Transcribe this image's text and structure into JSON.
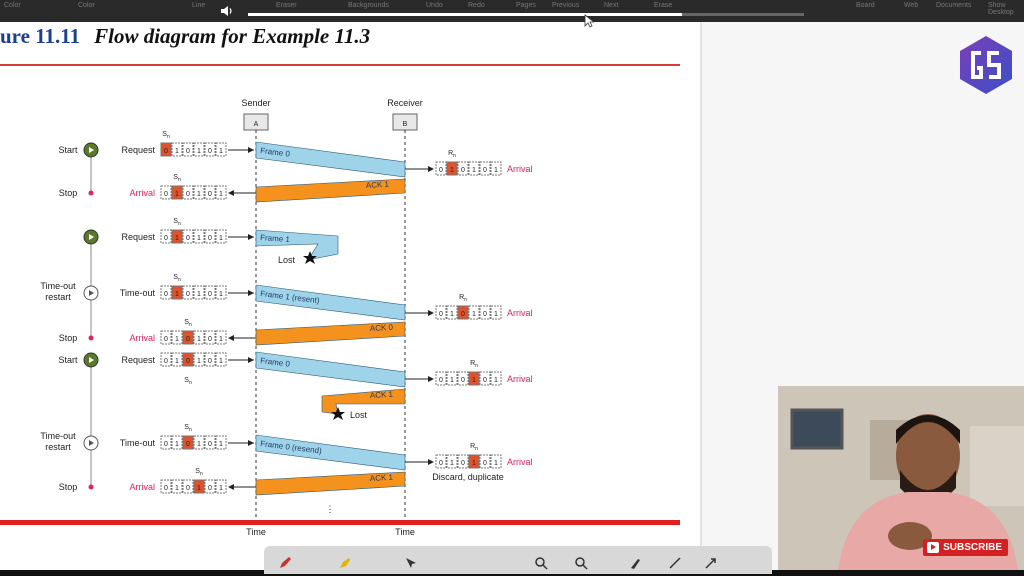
{
  "player": {
    "progress": 0.78,
    "menu": [
      "Color",
      "Line",
      "Eraser",
      "Backgrounds",
      "Undo",
      "Redo",
      "Pages",
      "Previous",
      "Next",
      "Erase",
      "Board",
      "Web",
      "Documents",
      "Show Desktop"
    ]
  },
  "figure": {
    "number": "ure 11.11",
    "caption": "Flow diagram for Example 11.3"
  },
  "diagram": {
    "sender_label": "Sender",
    "receiver_label": "Receiver",
    "sender_box": "A",
    "receiver_box": "B",
    "time": "Time",
    "lost": "Lost",
    "discard": "Discard, duplicate",
    "sn": "S",
    "sn_sub": "n",
    "rn": "R",
    "rn_sub": "n",
    "dots": "⋮",
    "rows": [
      {
        "left": "Start",
        "event": "Request",
        "bits": [
          "0",
          "1",
          "0",
          "1",
          "0",
          "1"
        ],
        "mark": 0
      },
      {
        "left": "Stop",
        "event": "Arrival",
        "bits": [
          "0",
          "1",
          "0",
          "1",
          "0",
          "1"
        ],
        "mark": 1
      },
      {
        "left": "",
        "event": "Request",
        "bits": [
          "0",
          "1",
          "0",
          "1",
          "0",
          "1"
        ],
        "mark": 1
      },
      {
        "left": "Time-out restart",
        "event": "Time-out",
        "bits": [
          "0",
          "1",
          "0",
          "1",
          "0",
          "1"
        ],
        "mark": 1
      },
      {
        "left": "Stop",
        "event": "Arrival",
        "bits": [
          "0",
          "1",
          "0",
          "1",
          "0",
          "1"
        ],
        "mark": 2
      },
      {
        "left": "Start",
        "event": "Request",
        "bits": [
          "0",
          "1",
          "0",
          "1",
          "0",
          "1"
        ],
        "mark": 2
      },
      {
        "left": "Time-out restart",
        "event": "Time-out",
        "bits": [
          "0",
          "1",
          "0",
          "1",
          "0",
          "1"
        ],
        "mark": 2
      },
      {
        "left": "Stop",
        "event": "Arrival",
        "bits": [
          "0",
          "1",
          "0",
          "1",
          "0",
          "1"
        ],
        "mark": 3
      }
    ],
    "receiver_rows": [
      {
        "bits": [
          "0",
          "1",
          "0",
          "1",
          "0",
          "1"
        ],
        "mark": 1,
        "event": "Arrival"
      },
      {
        "bits": [
          "0",
          "1",
          "0",
          "1",
          "0",
          "1"
        ],
        "mark": 2,
        "event": "Arrival"
      },
      {
        "bits": [
          "0",
          "1",
          "0",
          "1",
          "0",
          "1"
        ],
        "mark": 3,
        "event": "Arrival"
      },
      {
        "bits": [
          "0",
          "1",
          "0",
          "1",
          "0",
          "1"
        ],
        "mark": 3,
        "event": "Arrival"
      }
    ],
    "frames": [
      "Frame 0",
      "ACK 1",
      "Frame 1",
      "Frame 1 (resent)",
      "ACK 0",
      "Frame 0",
      "ACK 1",
      "Frame 0 (resend)",
      "ACK 1"
    ]
  },
  "webcam": {
    "subscribe": "SUBSCRIBE"
  },
  "colors": {
    "frame": "#9fd3ea",
    "ack": "#f5921e",
    "mark": "#e0522a",
    "title": "#1c3f8f",
    "rule": "#e01e1e"
  }
}
